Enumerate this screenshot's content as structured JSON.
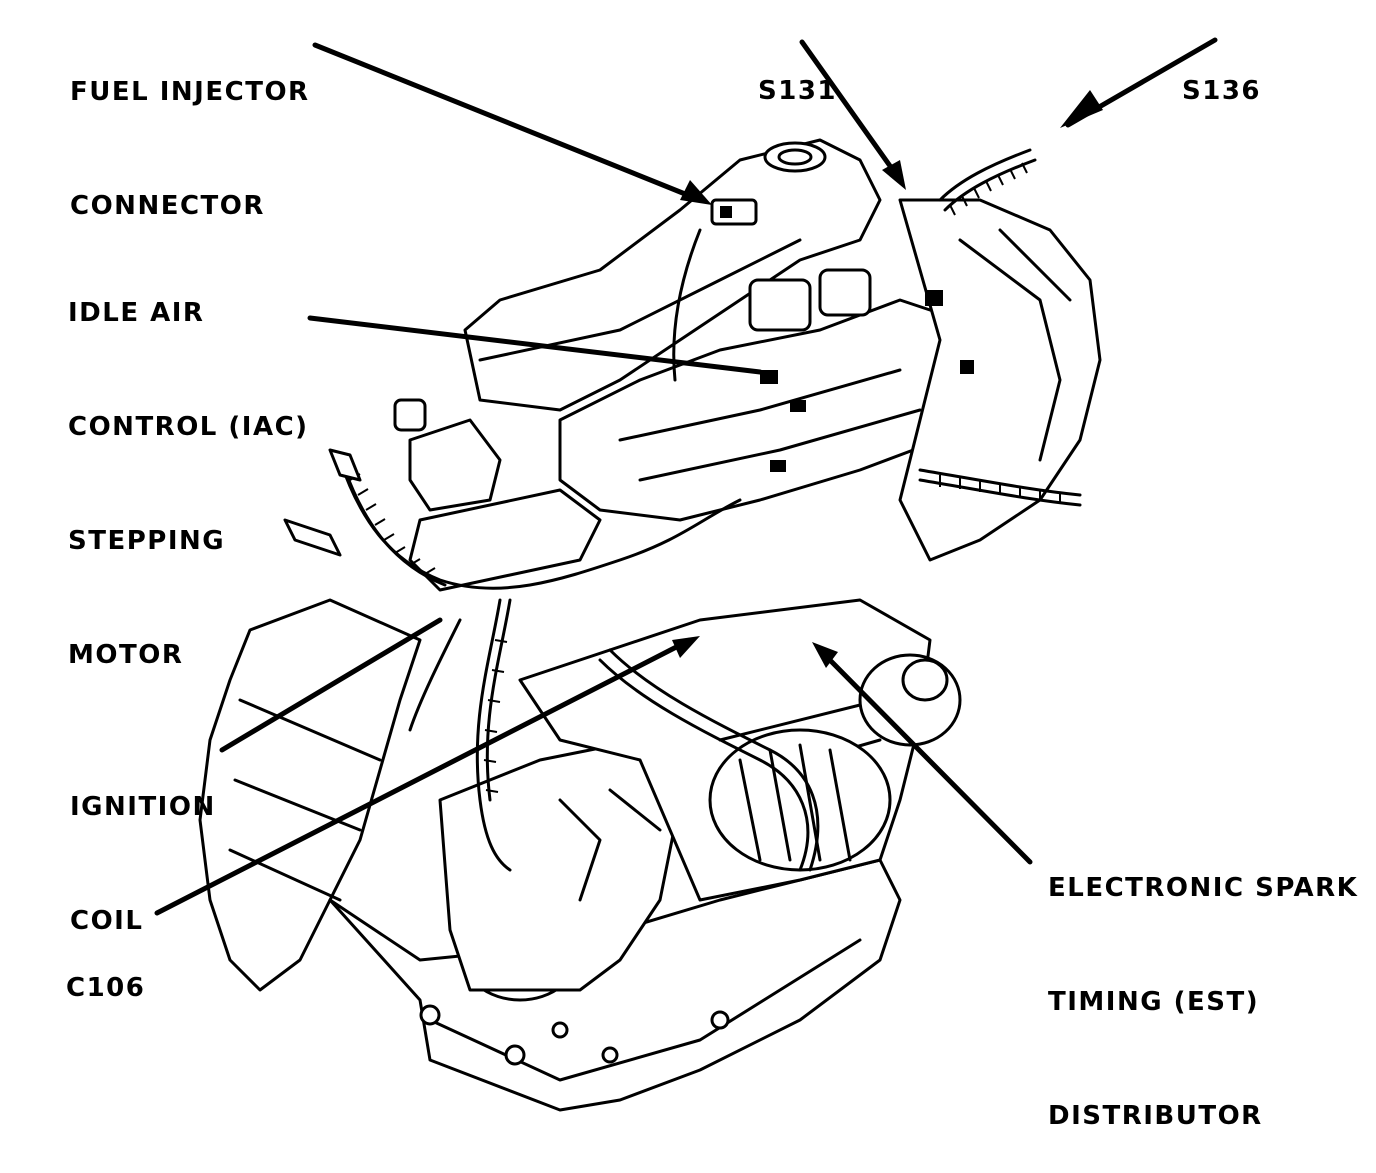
{
  "labels": {
    "fuel_injector": [
      "FUEL INJECTOR",
      "CONNECTOR"
    ],
    "s131": "S131",
    "s136": "S136",
    "iac": [
      "IDLE AIR",
      "CONTROL (IAC)",
      "STEPPING",
      "MOTOR"
    ],
    "ignition_coil": [
      "IGNITION",
      "COIL"
    ],
    "c106": "C106",
    "est": [
      "ELECTRONIC SPARK",
      "TIMING (EST)",
      "DISTRIBUTOR"
    ]
  },
  "colors": {
    "ink": "#000000",
    "paper": "#ffffff"
  }
}
